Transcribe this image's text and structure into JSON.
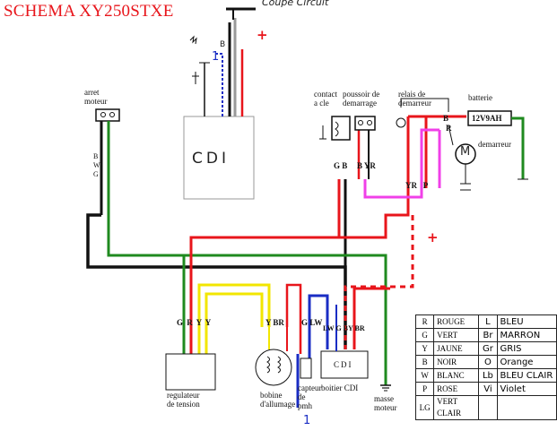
{
  "title": "SCHEMA XY250STXE",
  "labels": {
    "coupe_circuit": "Coupe Circuit",
    "arret_moteur": "arret\nmoteur",
    "contact_cle": "contact\na cle",
    "poussoir": "poussoir de\ndemarrage",
    "relais": "relais de\ndemarreur",
    "batterie": "batterie",
    "batterie_spec": "12V9AH",
    "demarreur": "demarreur",
    "cdi_top": "CDI",
    "cdi_bottom": "CDI",
    "boitier_cdi": "boitier CDI",
    "regulateur": "regulateur\nde tension",
    "bobine": "bobine\nd'allumage",
    "capteur": "capteur\nde\npmh",
    "masse": "masse\nmoteur",
    "motor_symbol": "M",
    "plus_top": "+",
    "plus_relay": "+"
  },
  "wire_codes": {
    "arret": "B W G",
    "contact": "G  B",
    "poussoir": "B YR",
    "relais": "YR   P",
    "relay_b": "B",
    "relay_r": "R",
    "reg": "G R Y Y",
    "bob": "Y BR",
    "cap": "G LW",
    "cdi": "LW G BY BR",
    "cdi_top_b": "B",
    "cdi_top_1": "1",
    "cap_1": "1"
  },
  "legend": [
    {
      "code": "R",
      "name": "ROUGE",
      "hand": "L",
      "hand_name": "BLEU"
    },
    {
      "code": "G",
      "name": "VERT",
      "hand": "Br",
      "hand_name": "MARRON"
    },
    {
      "code": "Y",
      "name": "JAUNE",
      "hand": "Gr",
      "hand_name": "GRIS"
    },
    {
      "code": "B",
      "name": "NOIR",
      "hand": "O",
      "hand_name": "Orange"
    },
    {
      "code": "W",
      "name": "BLANC",
      "hand": "Lb",
      "hand_name": "BLEU CLAIR"
    },
    {
      "code": "P",
      "name": "ROSE",
      "hand": "Vi",
      "hand_name": "Violet"
    },
    {
      "code": "LG",
      "name": "VERT CLAIR",
      "hand": "",
      "hand_name": ""
    }
  ],
  "colors": {
    "red": "#e8151b",
    "green": "#1f8a1f",
    "black": "#111111",
    "yellow": "#f2e600",
    "pink": "#f040e8",
    "blue": "#1a2dc4",
    "gray": "#9a9a9a"
  }
}
